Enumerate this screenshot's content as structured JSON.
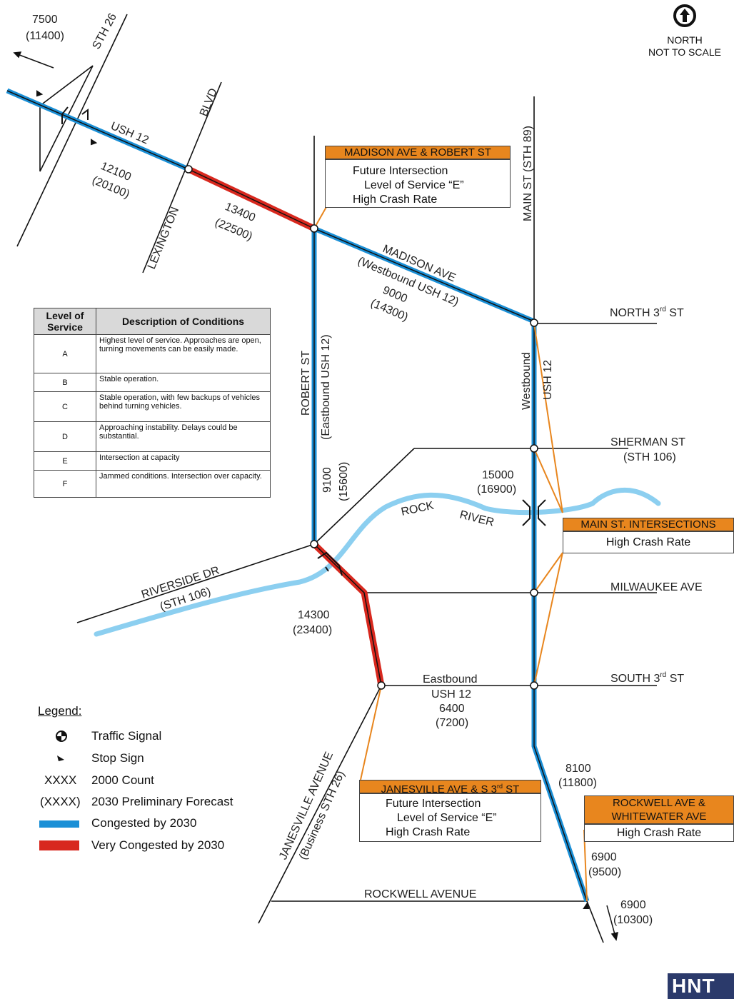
{
  "north": {
    "line1": "NORTH",
    "line2": "NOT TO SCALE"
  },
  "roads": {
    "sth26": "STH 26",
    "ush12": "USH 12",
    "blvd": "BLVD",
    "lexington": "LEXINGTON",
    "madison_ave": "MADISON AVE",
    "westbound_ush12_paren": "(Westbound USH 12)",
    "main_st": "MAIN ST (STH 89)",
    "north_3rd": "NORTH 3",
    "north_3rd_sup": "rd",
    "north_3rd_tail": " ST",
    "robert_st": "ROBERT ST",
    "eastbound_ush12_paren": "(Eastbound USH 12)",
    "westbound": "Westbound",
    "ush12_vert": "USH 12",
    "sherman_st": "SHERMAN ST",
    "sth106_paren": "(STH 106)",
    "rock": "ROCK",
    "river": "RIVER",
    "riverside_dr": "RIVERSIDE DR",
    "riverside_sth106": "(STH 106)",
    "milwaukee_ave": "MILWAUKEE AVE",
    "south_3rd": "SOUTH 3",
    "south_3rd_sup": "rd",
    "south_3rd_tail": " ST",
    "eastbound": "Eastbound",
    "ush12_eb": "USH 12",
    "janesville_ave": "JANESVILLE AVENUE",
    "business_sth26": "(Business STH 26)",
    "rockwell_avenue": "ROCKWELL AVENUE"
  },
  "counts": {
    "c7500": "7500",
    "f11400": "(11400)",
    "c12100": "12100",
    "f20100": "(20100)",
    "c13400": "13400",
    "f22500": "(22500)",
    "c9000": "9000",
    "f14300": "(14300)",
    "c9100": "9100",
    "f15600": "(15600)",
    "c15000": "15000",
    "f16900": "(16900)",
    "c14300": "14300",
    "f23400": "(23400)",
    "c6400": "6400",
    "f7200": "(7200)",
    "c8100": "8100",
    "f11800": "(11800)",
    "c6900a": "6900",
    "f9500": "(9500)",
    "c6900b": "6900",
    "f10300": "(10300)"
  },
  "callouts": {
    "madison_robert": {
      "title": "MADISON AVE & ROBERT ST",
      "lines": [
        "Future Intersection",
        "Level of Service “E”",
        "High Crash Rate"
      ]
    },
    "main_st": {
      "title": "MAIN ST. INTERSECTIONS",
      "lines": [
        "High Crash Rate"
      ]
    },
    "janesville_s3": {
      "title": "JANESVILLE AVE & S 3",
      "title_sup": "rd",
      "title_tail": " ST",
      "lines": [
        "Future Intersection",
        "Level of Service “E”",
        "High Crash Rate"
      ]
    },
    "rockwell_whitewater": {
      "title1": "ROCKWELL AVE &",
      "title2": "WHITEWATER AVE",
      "lines": [
        "High Crash Rate"
      ]
    }
  },
  "los_table": {
    "headers": [
      "Level of Service",
      "Description of Conditions"
    ],
    "rows": [
      {
        "level": "A",
        "desc": "Highest level of service. Approaches are open, turning movements can be easily made."
      },
      {
        "level": "B",
        "desc": "Stable operation."
      },
      {
        "level": "C",
        "desc": "Stable operation, with few backups of vehicles behind turning vehicles."
      },
      {
        "level": "D",
        "desc": "Approaching instability. Delays could be substantial."
      },
      {
        "level": "E",
        "desc": "Intersection at capacity"
      },
      {
        "level": "F",
        "desc": "Jammed conditions. Intersection over capacity."
      }
    ]
  },
  "legend": {
    "title": "Legend:",
    "items": [
      {
        "key": "traffic_signal",
        "label": "Traffic Signal"
      },
      {
        "key": "stop_sign",
        "label": "Stop Sign"
      },
      {
        "key": "count",
        "symbol": "XXXX",
        "label": "2000 Count"
      },
      {
        "key": "forecast",
        "symbol": "(XXXX)",
        "label": "2030 Preliminary Forecast"
      },
      {
        "key": "congested",
        "label": "Congested by 2030",
        "color": "#1a8fd6"
      },
      {
        "key": "very_congested",
        "label": "Very Congested by 2030",
        "color": "#d8281e"
      }
    ]
  },
  "colors": {
    "congested": "#1a8fd6",
    "very_congested": "#d8281e",
    "river": "#8ccff0",
    "callout": "#e8861e",
    "road": "#111111"
  },
  "logo": "HNT"
}
